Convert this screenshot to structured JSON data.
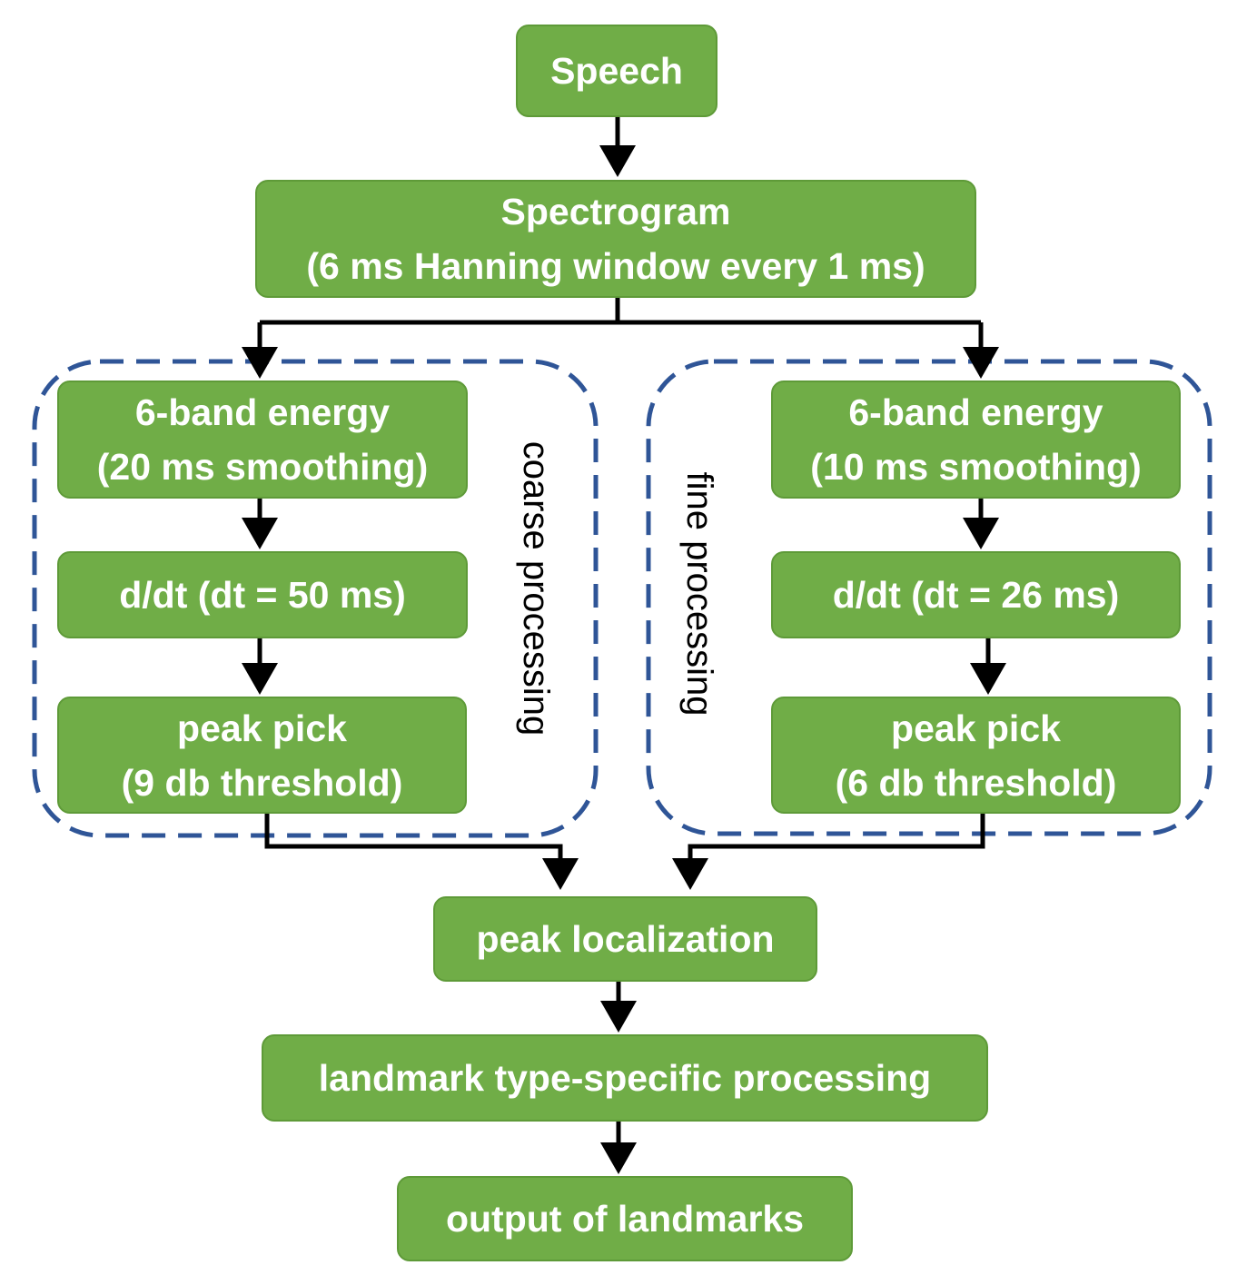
{
  "nodes": {
    "speech": {
      "label": "Speech"
    },
    "spectrogram": {
      "line1": "Spectrogram",
      "line2": "(6 ms Hanning window every 1 ms)"
    },
    "coarse_energy": {
      "line1": "6-band energy",
      "line2": "(20 ms smoothing)"
    },
    "coarse_derivative": {
      "label": "d/dt (dt = 50 ms)"
    },
    "coarse_peak": {
      "line1": "peak pick",
      "line2": "(9 db threshold)"
    },
    "fine_energy": {
      "line1": "6-band energy",
      "line2": "(10 ms smoothing)"
    },
    "fine_derivative": {
      "label": "d/dt (dt = 26 ms)"
    },
    "fine_peak": {
      "line1": "peak pick",
      "line2": "(6 db threshold)"
    },
    "peak_localization": {
      "label": "peak localization"
    },
    "type_specific": {
      "label": "landmark type-specific processing"
    },
    "output": {
      "label": "output of landmarks"
    }
  },
  "groups": {
    "coarse": {
      "label": "coarse processing"
    },
    "fine": {
      "label": "fine processing"
    }
  },
  "colors": {
    "node_fill": "#70ad47",
    "node_text": "#ffffff",
    "group_border": "#2f5597",
    "arrow": "#000000"
  }
}
